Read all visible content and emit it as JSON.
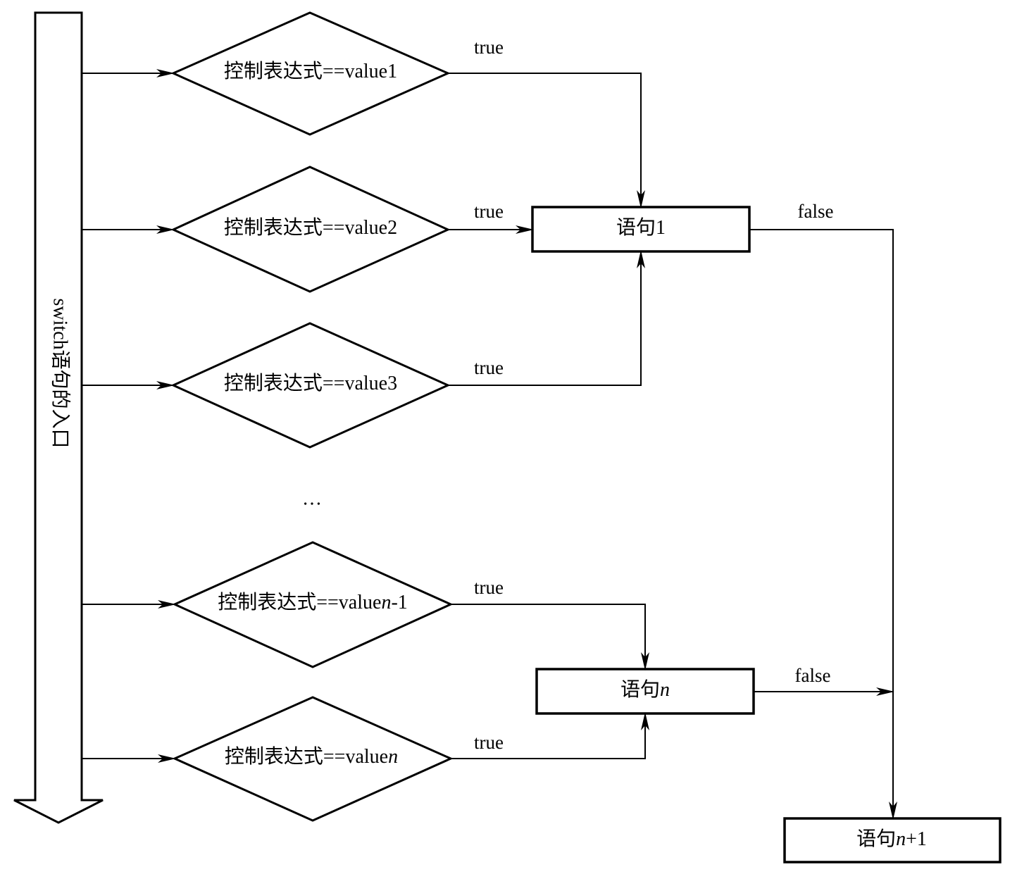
{
  "entry_arrow": {
    "label": "switch语句的入口"
  },
  "decisions": [
    {
      "prefix": "控制表达式==value",
      "suffix": "1",
      "italic_suffix": ""
    },
    {
      "prefix": "控制表达式==value",
      "suffix": "2",
      "italic_suffix": ""
    },
    {
      "prefix": "控制表达式==value",
      "suffix": "3",
      "italic_suffix": ""
    },
    {
      "prefix": "控制表达式==value",
      "suffix": "-1",
      "italic_suffix": "n"
    },
    {
      "prefix": "控制表达式==value",
      "suffix": "",
      "italic_suffix": "n"
    }
  ],
  "ellipsis": "…",
  "statements": [
    {
      "prefix": "语句",
      "italic": "",
      "suffix": "1"
    },
    {
      "prefix": "语句",
      "italic": "n",
      "suffix": ""
    },
    {
      "prefix": "语句",
      "italic": "n",
      "suffix": "+1"
    }
  ],
  "edge_labels": {
    "true_1": "true",
    "true_2": "true",
    "true_3": "true",
    "true_n_minus_1": "true",
    "true_n": "true",
    "false_1": "false",
    "false_n": "false"
  }
}
